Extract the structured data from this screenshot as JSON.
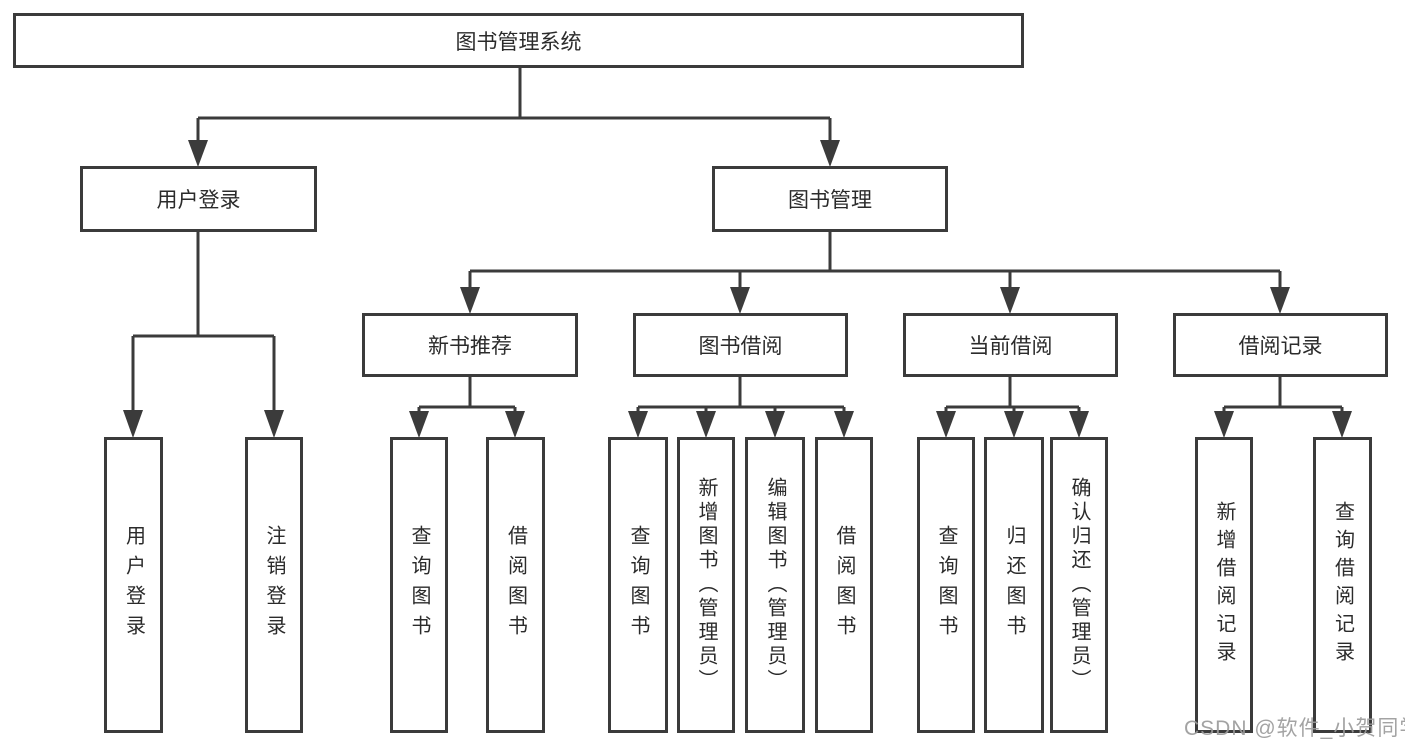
{
  "diagram": {
    "title_note": "library management system function structure diagram",
    "root": {
      "label": "图书管理系统"
    },
    "branches": [
      {
        "label": "用户登录",
        "children": [
          {
            "label": "用户登录"
          },
          {
            "label": "注销登录"
          }
        ]
      },
      {
        "label": "图书管理",
        "children": [
          {
            "label": "新书推荐",
            "children": [
              {
                "label": "查询图书"
              },
              {
                "label": "借阅图书"
              }
            ]
          },
          {
            "label": "图书借阅",
            "children": [
              {
                "label": "查询图书"
              },
              {
                "label": "新增图书（管理员）"
              },
              {
                "label": "编辑图书（管理员）"
              },
              {
                "label": "借阅图书"
              }
            ]
          },
          {
            "label": "当前借阅",
            "children": [
              {
                "label": "查询图书"
              },
              {
                "label": "归还图书"
              },
              {
                "label": "确认归还（管理员）"
              }
            ]
          },
          {
            "label": "借阅记录",
            "children": [
              {
                "label": "新增借阅记录"
              },
              {
                "label": "查询借阅记录"
              }
            ]
          }
        ]
      }
    ],
    "watermark": "CSDN @软件_小贺同学",
    "colors": {
      "line": "#3b3b3b",
      "border": "#3b3b3b",
      "text": "#2b2b2b",
      "background": "#ffffff",
      "watermark": "#9b9b9b"
    }
  }
}
